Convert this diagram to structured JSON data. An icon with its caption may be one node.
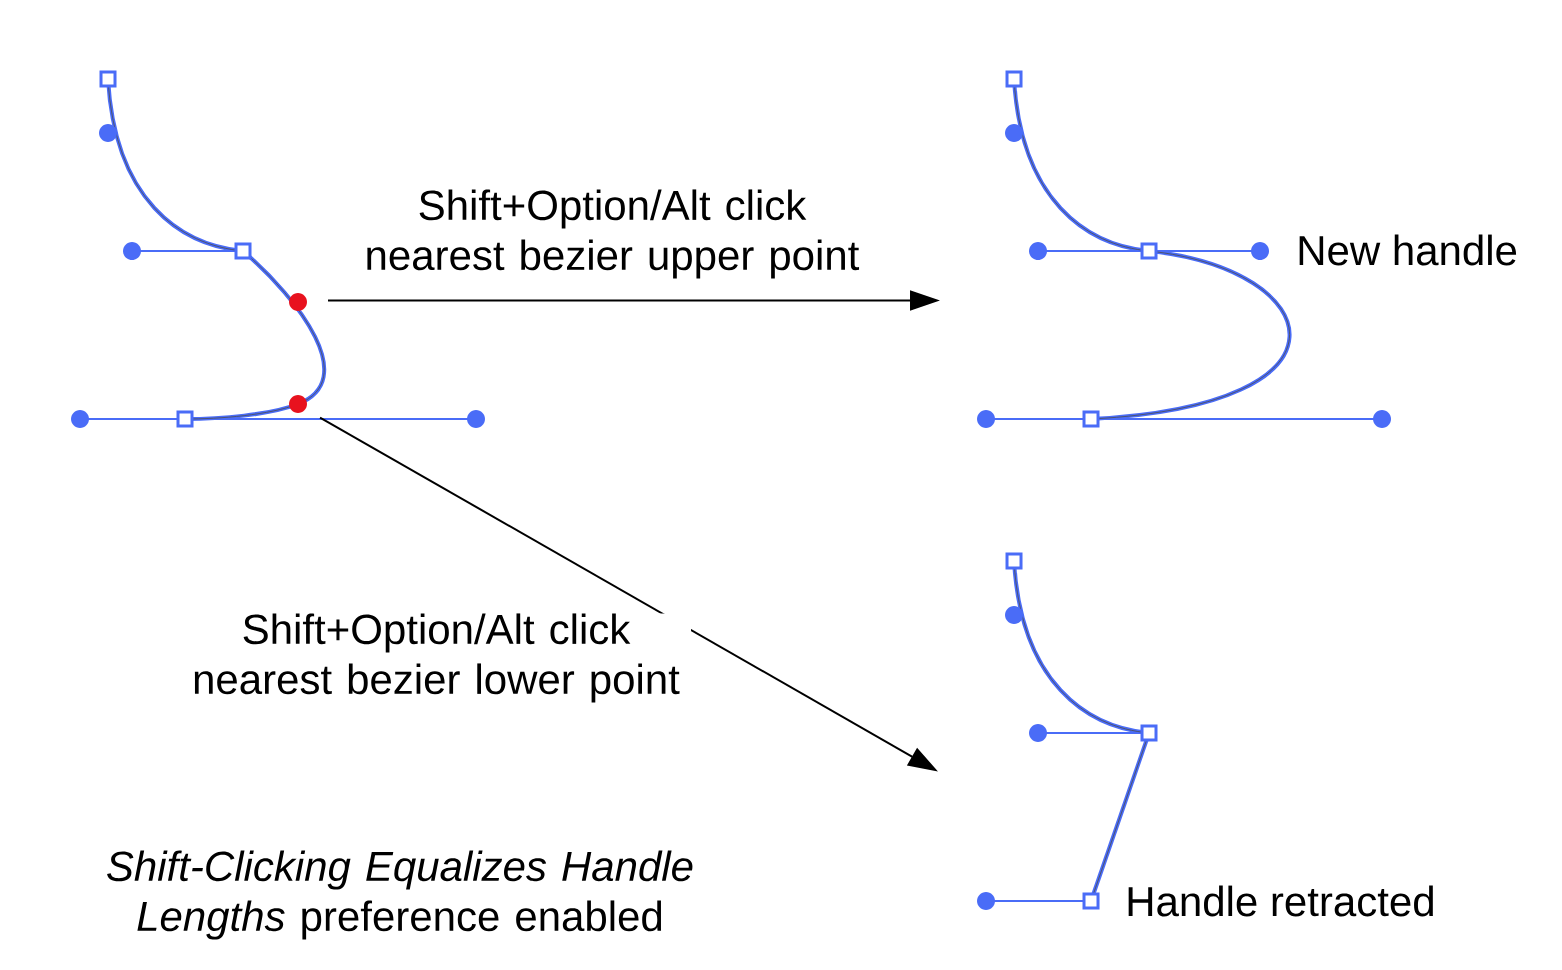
{
  "diagram": {
    "nodes": [
      {
        "text": [],
        "shape": "picture"
      },
      {
        "text": [],
        "shape": "picture",
        "beside": [
          "New handle"
        ]
      },
      {
        "text": [],
        "shape": "picture",
        "beside": [
          "Handle retracted"
        ]
      }
    ],
    "edges": [
      {
        "from": 0,
        "to": 1,
        "arrow": "to",
        "label": "Shift+Option/Alt click nearest bezier upper point"
      },
      {
        "from": 0,
        "to": 2,
        "arrow": "to",
        "label": "Shift+Option/Alt click nearest bezier lower point"
      }
    ],
    "labels": [
      "*Shift-Clicking Equalizes Handle Lengths* preference enabled"
    ]
  }
}
